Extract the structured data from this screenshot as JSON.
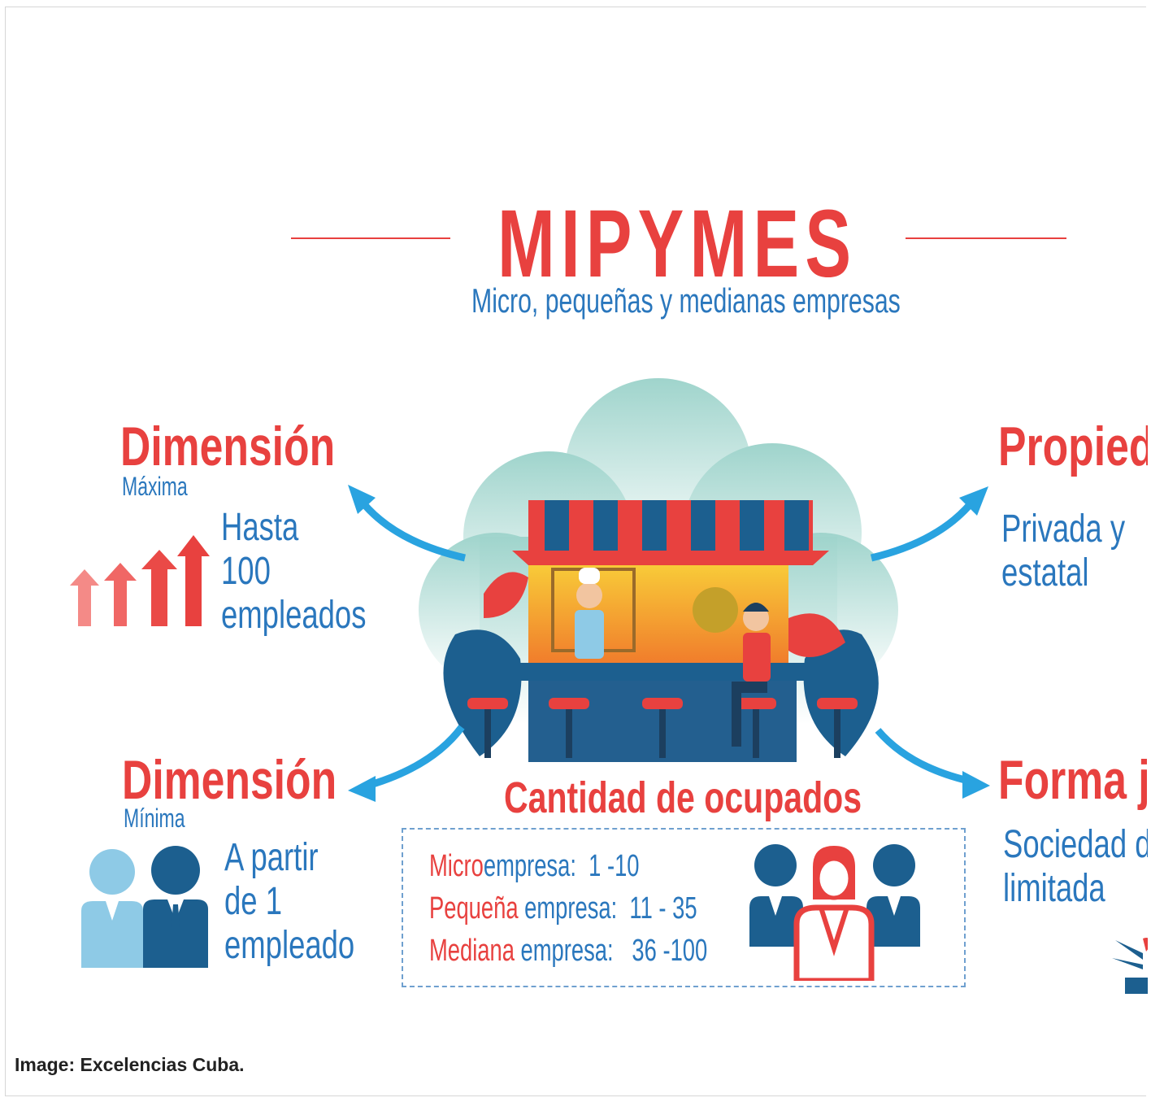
{
  "header": {
    "title": "MIPYMES",
    "subtitle": "Micro, pequeñas y medianas empresas"
  },
  "dimension_max": {
    "title": "Dimensión",
    "label": "Máxima",
    "lines": [
      "Hasta",
      "100",
      "empleados"
    ]
  },
  "dimension_min": {
    "title": "Dimensión",
    "label": "Mínima",
    "lines": [
      "A partir",
      "de 1",
      "empleado"
    ]
  },
  "property": {
    "title": "Propied",
    "lines": [
      "Privada y",
      "estatal"
    ]
  },
  "legal_form": {
    "title": "Forma j",
    "lines": [
      "Sociedad de",
      "limitada"
    ]
  },
  "occupied": {
    "title": "Cantidad de ocupados",
    "rows": [
      {
        "highlight": "Micro",
        "rest": "empresa:",
        "range": "1 -10"
      },
      {
        "highlight": "Pequeña",
        "rest": " empresa:",
        "range": "11 - 35"
      },
      {
        "highlight": "Mediana",
        "rest": " empresa:",
        "range": "36 -100"
      }
    ]
  },
  "caption": "Image: Excelencias Cuba.",
  "colors": {
    "red": "#e8413f",
    "blue": "#2a77bd",
    "dark_blue": "#1c5f8f",
    "light_blue": "#8ecae6",
    "arrow_blue": "#29a3e0",
    "cloud": "#bfe3dc"
  }
}
